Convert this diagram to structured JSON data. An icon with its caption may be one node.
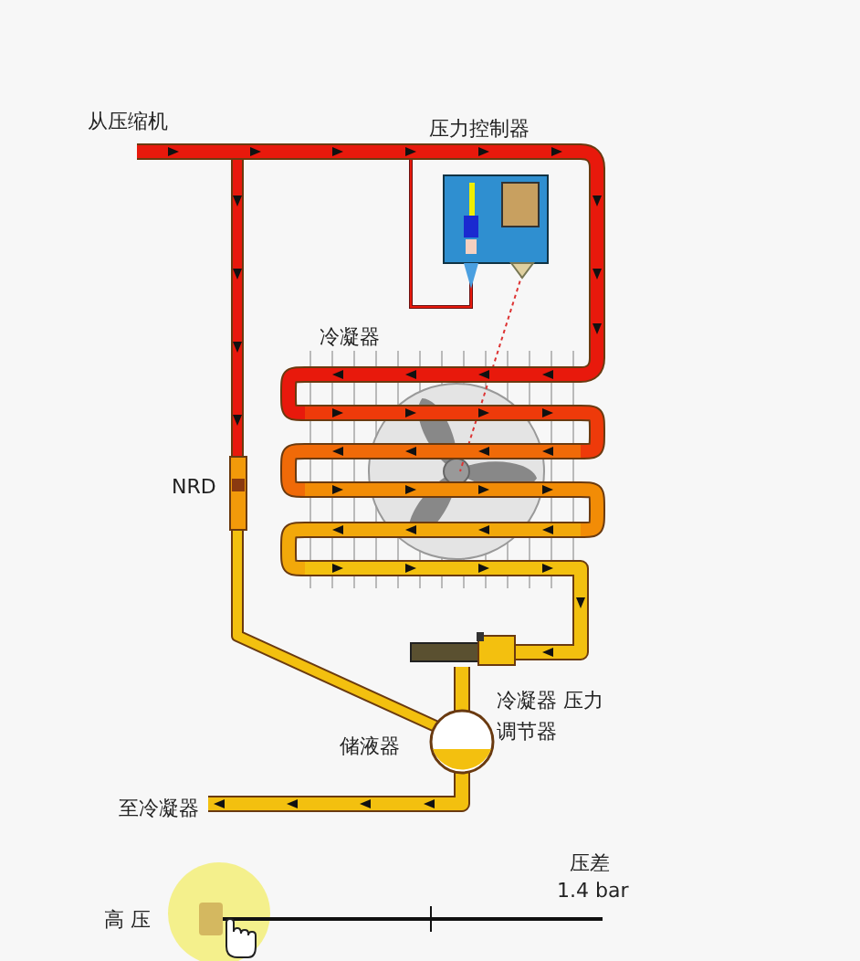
{
  "diagram": {
    "labels": [
      "从压缩机",
      "压力控制器",
      "冷凝器",
      "NRD",
      "冷凝器 压力调节器",
      "储液器",
      "至冷凝器",
      "压差",
      "1.4 bar",
      "高 压"
    ]
  }
}
